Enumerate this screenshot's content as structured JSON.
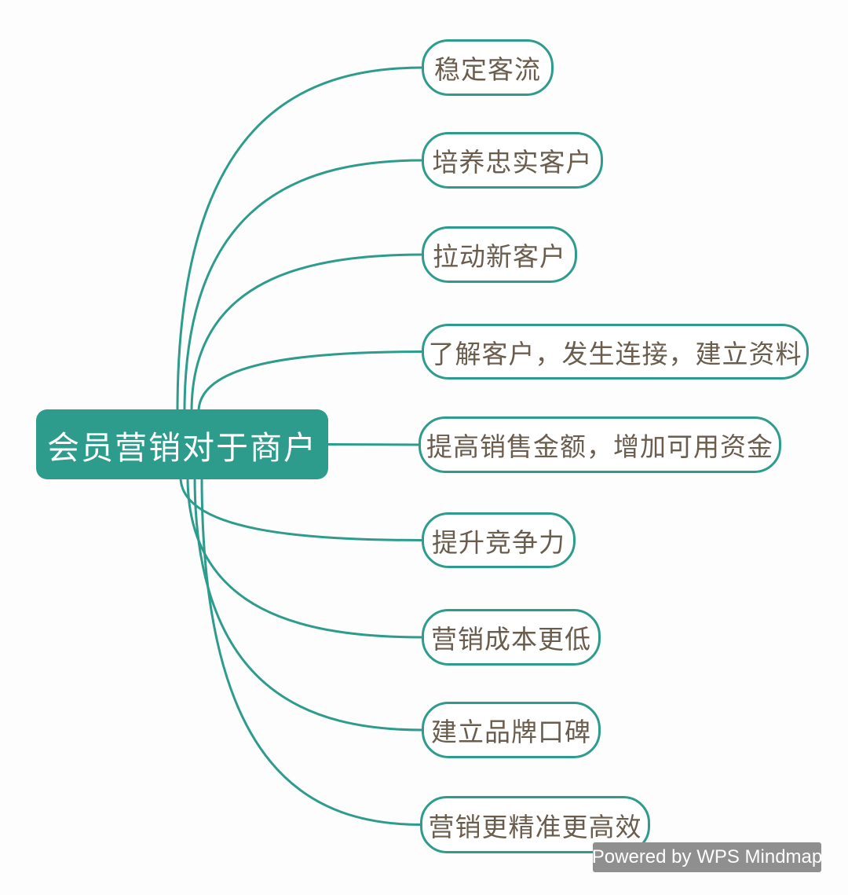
{
  "root": {
    "label": "会员营销对于商户"
  },
  "children": [
    {
      "label": "稳定客流"
    },
    {
      "label": "培养忠实客户"
    },
    {
      "label": "拉动新客户"
    },
    {
      "label": "了解客户，发生连接，建立资料"
    },
    {
      "label": "提高销售金额，增加可用资金"
    },
    {
      "label": "提升竞争力"
    },
    {
      "label": "营销成本更低"
    },
    {
      "label": "建立品牌口碑"
    },
    {
      "label": "营销更精准更高效"
    }
  ],
  "watermark": {
    "label": "Powered by WPS Mindmap"
  },
  "colors": {
    "teal": "#2D9C8C",
    "child_text": "#6B5D4E",
    "root_text": "#FFFFFF",
    "watermark_bg": "#8F8F8F",
    "watermark_text": "#FFFFFF",
    "background": "#FDFDFD"
  }
}
